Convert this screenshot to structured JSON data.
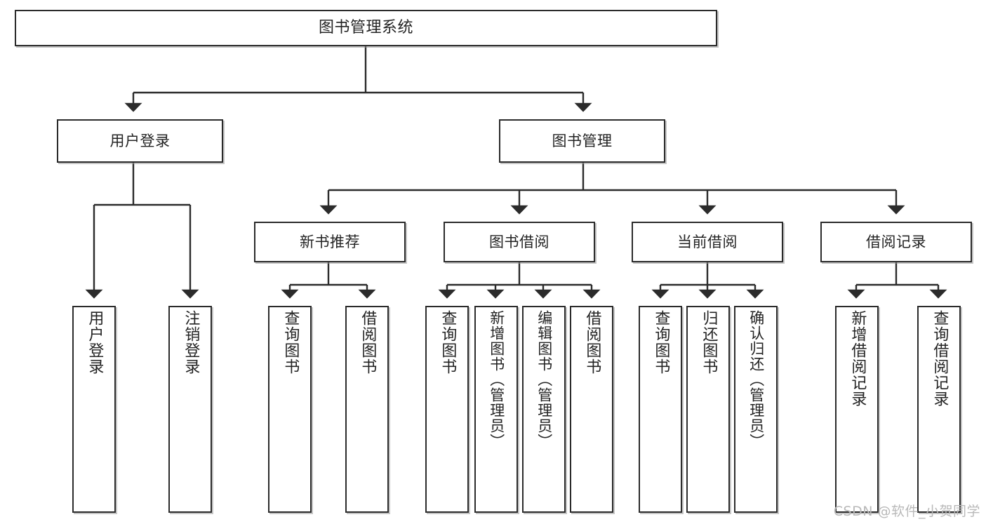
{
  "diagram": {
    "title": "图书管理系统",
    "type": "tree",
    "colors": {
      "background": "#ffffff",
      "box_border": "#2b2b2b",
      "box_fill": "#ffffff",
      "text": "#232323",
      "connector": "#2b2b2b",
      "watermark": "#b9b9b9"
    },
    "watermark": "CSDN @软件_小贺同学",
    "levels": [
      {
        "level": 1,
        "nodes": [
          {
            "id": "root",
            "label": "图书管理系统",
            "orientation": "horizontal"
          }
        ]
      },
      {
        "level": 2,
        "nodes": [
          {
            "id": "user-login",
            "label": "用户登录",
            "orientation": "horizontal",
            "parent": "root"
          },
          {
            "id": "book-mgmt",
            "label": "图书管理",
            "orientation": "horizontal",
            "parent": "root"
          }
        ]
      },
      {
        "level": 3,
        "nodes": [
          {
            "id": "new-book-rec",
            "label": "新书推荐",
            "orientation": "horizontal",
            "parent": "book-mgmt"
          },
          {
            "id": "book-borrow",
            "label": "图书借阅",
            "orientation": "horizontal",
            "parent": "book-mgmt"
          },
          {
            "id": "current-borrow",
            "label": "当前借阅",
            "orientation": "horizontal",
            "parent": "book-mgmt"
          },
          {
            "id": "borrow-record",
            "label": "借阅记录",
            "orientation": "horizontal",
            "parent": "book-mgmt"
          }
        ]
      },
      {
        "level": 4,
        "nodes": [
          {
            "id": "leaf-user-login",
            "label": "用户登录",
            "orientation": "vertical",
            "parent": "user-login"
          },
          {
            "id": "leaf-logout",
            "label": "注销登录",
            "orientation": "vertical",
            "parent": "user-login"
          },
          {
            "id": "leaf-query-book-1",
            "label": "查询图书",
            "orientation": "vertical",
            "parent": "new-book-rec"
          },
          {
            "id": "leaf-borrow-book-1",
            "label": "借阅图书",
            "orientation": "vertical",
            "parent": "new-book-rec"
          },
          {
            "id": "leaf-query-book-2",
            "label": "查询图书",
            "orientation": "vertical",
            "parent": "book-borrow"
          },
          {
            "id": "leaf-add-book",
            "label": "新增图书（管理员）",
            "orientation": "vertical",
            "parent": "book-borrow"
          },
          {
            "id": "leaf-edit-book",
            "label": "编辑图书（管理员）",
            "orientation": "vertical",
            "parent": "book-borrow"
          },
          {
            "id": "leaf-borrow-book-2",
            "label": "借阅图书",
            "orientation": "vertical",
            "parent": "book-borrow"
          },
          {
            "id": "leaf-query-book-3",
            "label": "查询图书",
            "orientation": "vertical",
            "parent": "current-borrow"
          },
          {
            "id": "leaf-return-book",
            "label": "归还图书",
            "orientation": "vertical",
            "parent": "current-borrow"
          },
          {
            "id": "leaf-confirm-return",
            "label": "确认归还（管理员）",
            "orientation": "vertical",
            "parent": "current-borrow"
          },
          {
            "id": "leaf-add-record",
            "label": "新增借阅记录",
            "orientation": "vertical",
            "parent": "borrow-record"
          },
          {
            "id": "leaf-query-record",
            "label": "查询借阅记录",
            "orientation": "vertical",
            "parent": "borrow-record"
          }
        ]
      }
    ]
  }
}
